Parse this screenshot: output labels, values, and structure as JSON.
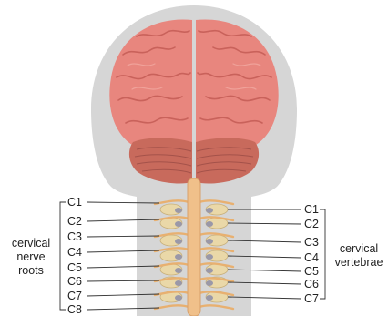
{
  "left_group_label": [
    "cervical",
    "nerve",
    "roots"
  ],
  "right_group_label": [
    "cervical",
    "vertebrae"
  ],
  "nerve_roots": [
    "C1",
    "C2",
    "C3",
    "C4",
    "C5",
    "C6",
    "C7",
    "C8"
  ],
  "vertebrae": [
    "C1",
    "C2",
    "C3",
    "C4",
    "C5",
    "C6",
    "C7"
  ],
  "colors": {
    "head_silhouette": "#d6d6d6",
    "brain": "#e8867e",
    "brain_highlight": "#f2aaa2",
    "cerebellum": "#c86a5c",
    "spinal_cord": "#f0c08a",
    "vertebra": "#ead8a8",
    "vertebra_shade": "#9a98a8",
    "nerve": "#e8b070",
    "leader_line": "#333333"
  }
}
